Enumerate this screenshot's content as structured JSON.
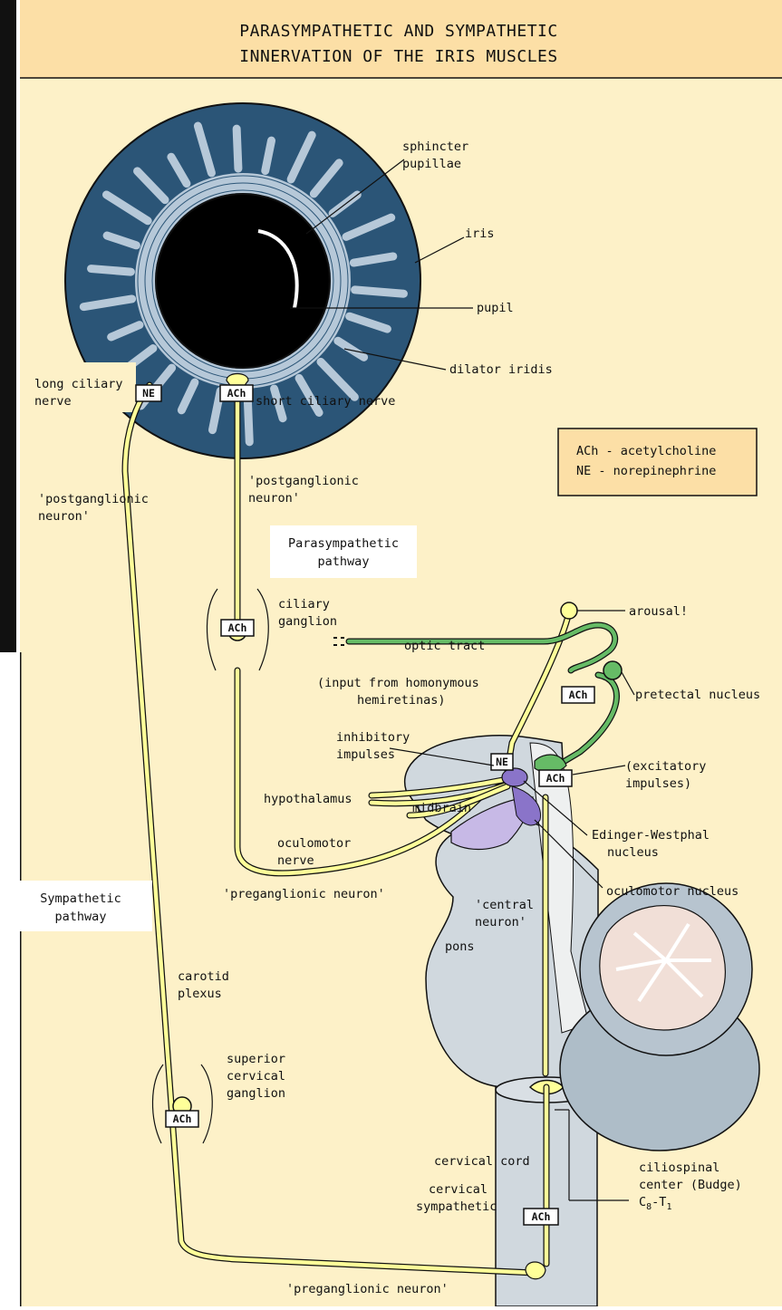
{
  "title": {
    "line1": "PARASYMPATHETIC AND SYMPATHETIC",
    "line2": "INNERVATION OF THE IRIS MUSCLES"
  },
  "legend": {
    "ach": "ACh - acetylcholine",
    "ne": "NE - norepinephrine"
  },
  "boxes": {
    "ne": "NE",
    "ach": "ACh"
  },
  "pathways": {
    "parasympathetic": [
      "Parasympathetic",
      "pathway"
    ],
    "sympathetic": [
      "Sympathetic",
      "pathway"
    ]
  },
  "labels": {
    "sphincter": [
      "sphincter",
      "pupillae"
    ],
    "iris": "iris",
    "pupil": "pupil",
    "dilator": "dilator iridis",
    "long_ciliary": [
      "long ciliary",
      "nerve"
    ],
    "short_ciliary": "short ciliary nerve",
    "postganglionic_left": [
      "'postganglionic",
      "neuron'"
    ],
    "postganglionic_center": [
      "'postganglionic",
      "neuron'"
    ],
    "ciliary_ganglion": [
      "ciliary",
      "ganglion"
    ],
    "arousal": "arousal!",
    "optic_tract": "optic tract",
    "input_from": [
      "(input from homonymous",
      "hemiretinas)"
    ],
    "pretectal": "pretectal nucleus",
    "inhibitory": [
      "inhibitory",
      "impulses"
    ],
    "excitatory": [
      "(excitatory",
      "impulses)"
    ],
    "hypothalamus": "hypothalamus",
    "midbrain": "midbrain",
    "edinger": [
      "Edinger-Westphal",
      "nucleus"
    ],
    "oculomotor_nerve": [
      "oculomotor",
      "nerve"
    ],
    "oculomotor_nucleus": "oculomotor nucleus",
    "preganglionic_upper": "'preganglionic neuron'",
    "central_neuron": [
      "'central",
      "neuron'"
    ],
    "pons": "pons",
    "carotid": [
      "carotid",
      "plexus"
    ],
    "superior_cervical": [
      "superior",
      "cervical",
      "ganglion"
    ],
    "cervical_cord": "cervical cord",
    "ciliospinal": [
      "ciliospinal",
      "center (Budge)"
    ],
    "c8t1": {
      "c": "C",
      "s8": "8",
      "dash": "-T",
      "s1": "1"
    },
    "cervical_sympathetic": [
      "cervical",
      "sympathetic"
    ],
    "preganglionic_lower": "'preganglionic neuron'"
  },
  "colors": {
    "background": "#fdf1c8",
    "title_bar": "#fcdfa6",
    "iris": "#2b5577",
    "iris_stripes": "#b6c8d8",
    "nerve_yellow": "#ffff99",
    "nerve_green": "#66bb66",
    "brain_gray": "#d0d8de",
    "cerebellum": "#f1dfd7",
    "nucleus_purple": "#8a74c9",
    "oculomotor_violet": "#c7b9e6"
  }
}
